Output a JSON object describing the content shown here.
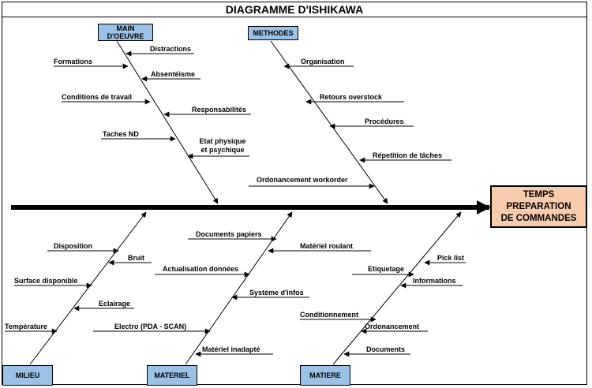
{
  "title": "DIAGRAMME D'ISHIKAWA",
  "effect": {
    "line1": "TEMPS",
    "line2": "PREPARATION",
    "line3": "DE COMMANDES",
    "color": "#f8cbad"
  },
  "category_color": "#9bc2e6",
  "categories": {
    "main_oeuvre": {
      "label": "MAIN D'OEUVRE",
      "causes": [
        "Distractions",
        "Formations",
        "Absentéisme",
        "Conditions de travail",
        "Responsabilités",
        "Taches ND",
        "Etat physique et psychique"
      ]
    },
    "methodes": {
      "label": "METHODES",
      "causes": [
        "Organisation",
        "Retours overstock",
        "Procédures",
        "Répetition de tâches",
        "Ordonancement workorder"
      ]
    },
    "milieu": {
      "label": "MILIEU",
      "causes": [
        "Disposition",
        "Bruit",
        "Surface disponible",
        "Eclairage",
        "Température"
      ]
    },
    "materiel": {
      "label": "MATERIEL",
      "causes": [
        "Documents papiers",
        "Matériel roulant",
        "Actualisation données",
        "Système d'infos",
        "Electro (PDA - SCAN)",
        "Matériel inadapté"
      ]
    },
    "matiere": {
      "label": "MATIERE",
      "causes": [
        "Pick list",
        "Etiquetage",
        "Informations",
        "Conditionnement",
        "Ordonancement",
        "Documents"
      ]
    }
  }
}
